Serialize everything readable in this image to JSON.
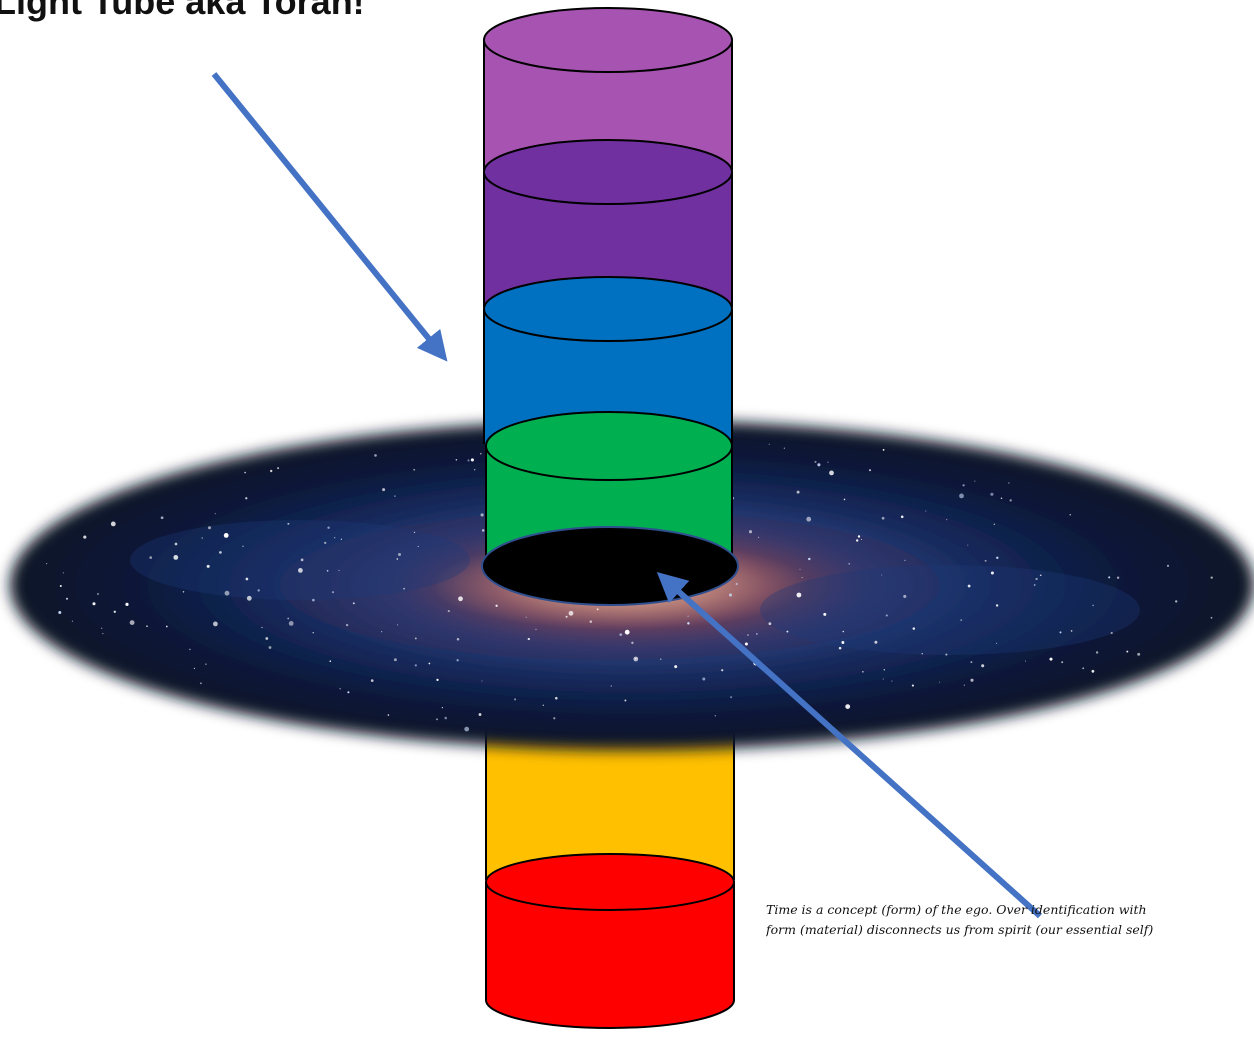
{
  "title": "Light Tube aka Torah!",
  "caption": {
    "line1": "Time is a concept (form) of the ego. Over identification with",
    "line2": "form (material) disconnects us from spirit (our essential self)"
  },
  "tube_segments": [
    {
      "name": "violet",
      "color": "#A653B1"
    },
    {
      "name": "purple",
      "color": "#7030A0"
    },
    {
      "name": "blue",
      "color": "#0070C0"
    },
    {
      "name": "green",
      "color": "#00B050"
    },
    {
      "name": "black",
      "color": "#000000"
    },
    {
      "name": "yellow",
      "color": "#FFC000"
    },
    {
      "name": "red",
      "color": "#FF0000"
    }
  ],
  "arrow_color": "#4472C4"
}
